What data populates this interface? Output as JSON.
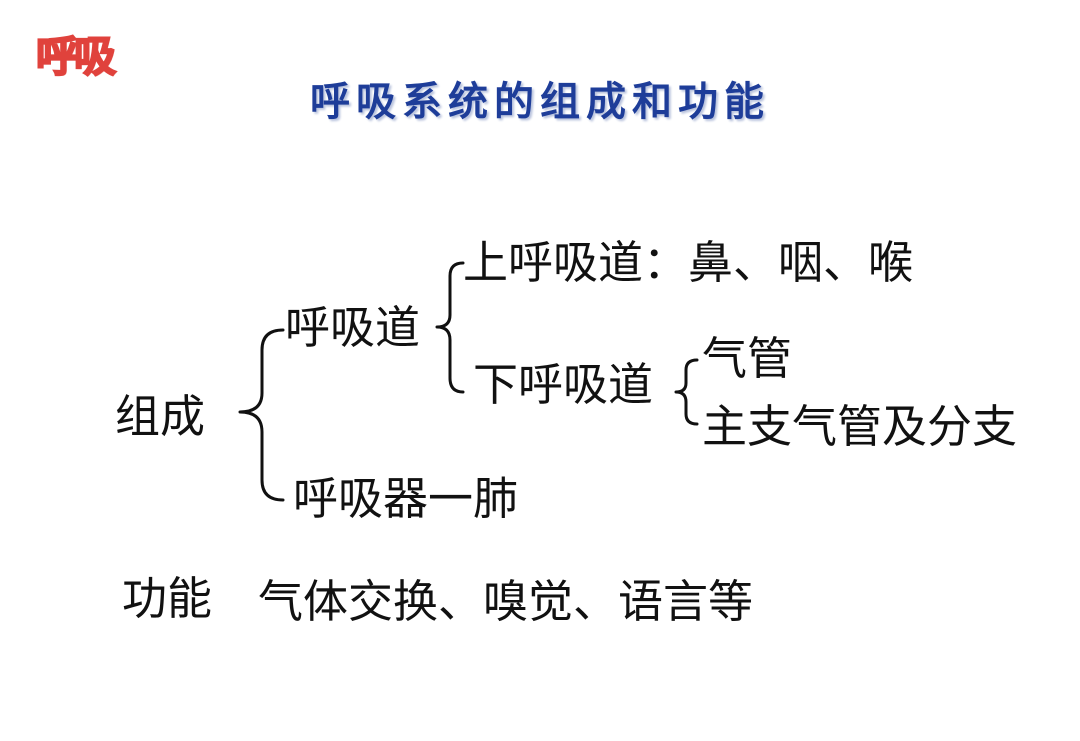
{
  "badge": {
    "text": "呼吸"
  },
  "title": "呼吸系统的组成和功能",
  "composition": {
    "label": "组成",
    "respiratory_tract": {
      "label": "呼吸道",
      "upper": {
        "label": "上呼吸道：鼻、咽、喉"
      },
      "lower": {
        "label": "下呼吸道",
        "items": [
          "气管",
          "主支气管及分支"
        ]
      }
    },
    "lung": {
      "label": "呼吸器一肺"
    }
  },
  "function": {
    "label": "功能",
    "value": "气体交换、嗅觉、语言等"
  }
}
